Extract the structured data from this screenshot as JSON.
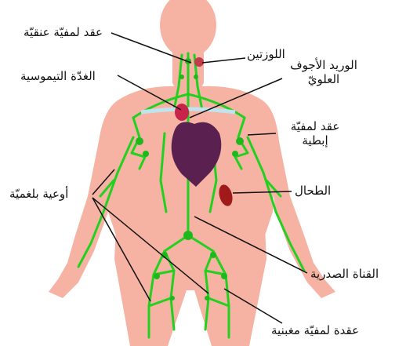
{
  "labels": {
    "cervical_nodes": "عقد لمفيّة عنقيّة",
    "tonsils": "اللوزتين",
    "superior_vena_cava_line1": "الوريد الأجوف",
    "superior_vena_cava_line2": "العلويّ",
    "thymus": "الغدّة التيموسية",
    "axillary_nodes_line1": "عقد لمفيّة",
    "axillary_nodes_line2": "إبطية",
    "lymph_vessels": "أوعية بلغميّة",
    "spleen": "الطحال",
    "thoracic_duct": "القناة الصدرية",
    "inguinal_nodes": "عقدة لمفيّة مغبنية"
  },
  "colors": {
    "skin": "#f6b3a3",
    "lymph": "#22d11f",
    "heart": "#5a2150",
    "organ": "#a11a1a",
    "vessel": "#bfe4ee",
    "pointer": "#111111"
  }
}
